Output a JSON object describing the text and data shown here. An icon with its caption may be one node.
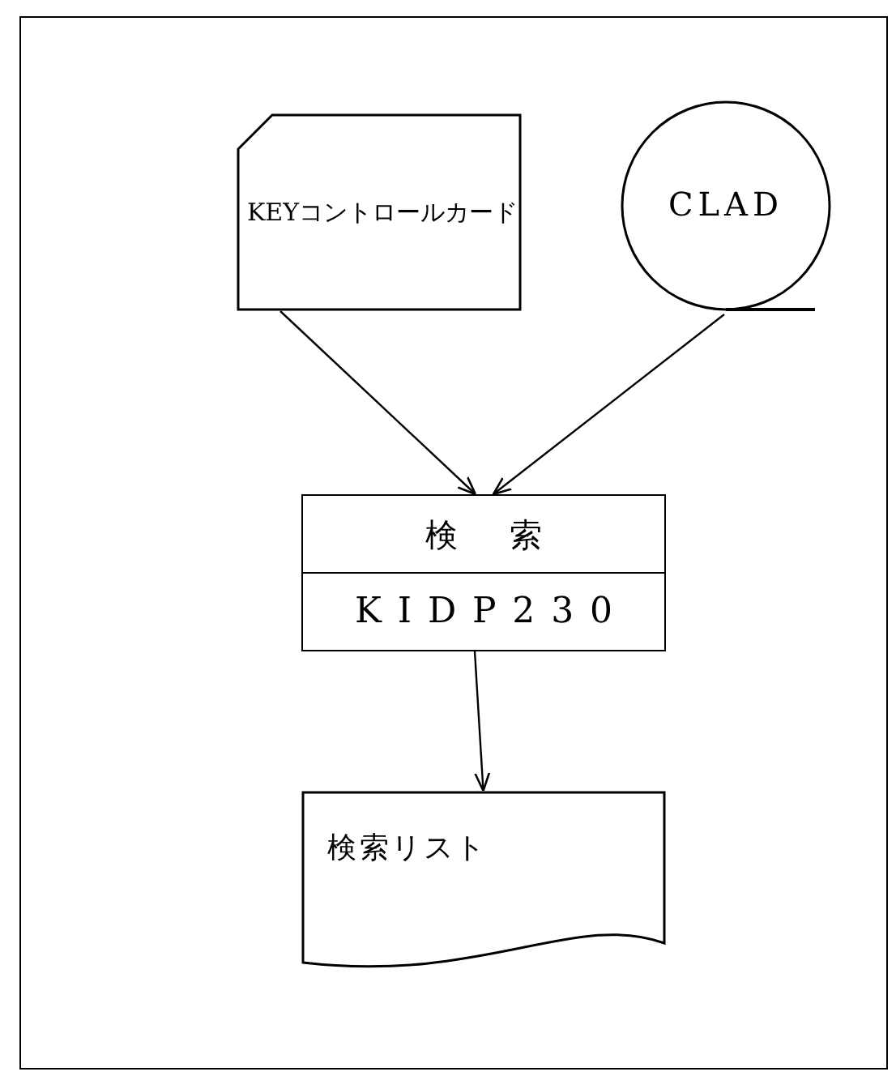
{
  "diagram": {
    "nodes": [
      {
        "text": [
          "KEYコントロールカード"
        ]
      },
      {
        "text": [
          "CLAD"
        ]
      },
      {
        "text": [
          "検索",
          "KIDP230"
        ]
      },
      {
        "text": [
          "検索リスト"
        ]
      }
    ],
    "edges": [
      {
        "from": 0,
        "to": 2,
        "arrow": "to"
      },
      {
        "from": 1,
        "to": 2,
        "arrow": "to"
      },
      {
        "from": 2,
        "to": 3,
        "arrow": "to"
      }
    ]
  }
}
